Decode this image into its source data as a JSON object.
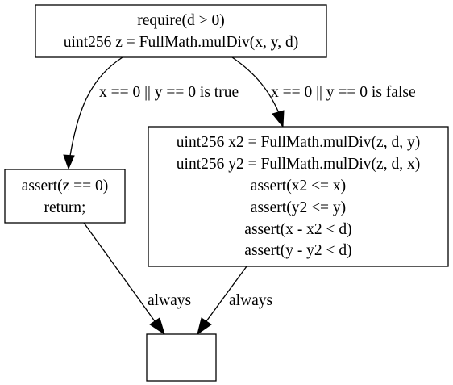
{
  "nodes": {
    "entry": {
      "lines": [
        "require(d > 0)",
        "uint256 z = FullMath.mulDiv(x, y, d)"
      ]
    },
    "true_branch": {
      "lines": [
        "assert(z == 0)",
        "return;"
      ]
    },
    "false_branch": {
      "lines": [
        "uint256 x2 = FullMath.mulDiv(z, d, y)",
        "uint256 y2 = FullMath.mulDiv(z, d, x)",
        "assert(x2 <= x)",
        "assert(y2 <= y)",
        "assert(x - x2 < d)",
        "assert(y - y2 < d)"
      ]
    },
    "exit": {
      "lines": []
    }
  },
  "edges": {
    "entry_to_true": {
      "label": "x == 0 || y == 0 is true"
    },
    "entry_to_false": {
      "label": "x == 0 || y == 0 is false"
    },
    "true_to_exit": {
      "label": "always"
    },
    "false_to_exit": {
      "label": "always"
    }
  }
}
